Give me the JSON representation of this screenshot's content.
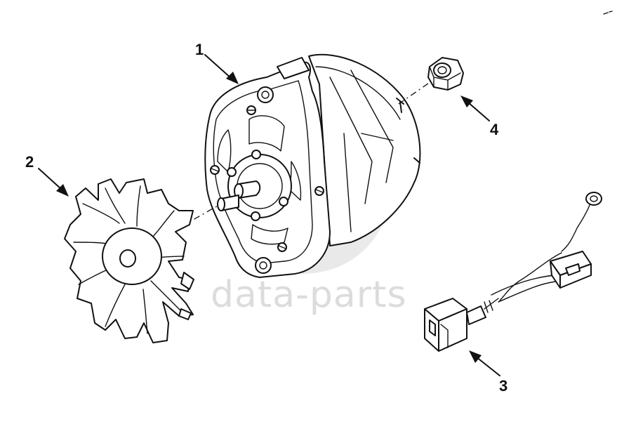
{
  "watermark": {
    "text": "data-parts",
    "color": "#dcdcdc"
  },
  "callouts": [
    {
      "id": "1",
      "label": "1",
      "part": "alternator"
    },
    {
      "id": "2",
      "label": "2",
      "part": "fan"
    },
    {
      "id": "3",
      "label": "3",
      "part": "wiring-connector"
    },
    {
      "id": "4",
      "label": "4",
      "part": "nut"
    }
  ],
  "colors": {
    "line": "#111111",
    "background": "#ffffff",
    "watermark": "#dcdcdc"
  }
}
